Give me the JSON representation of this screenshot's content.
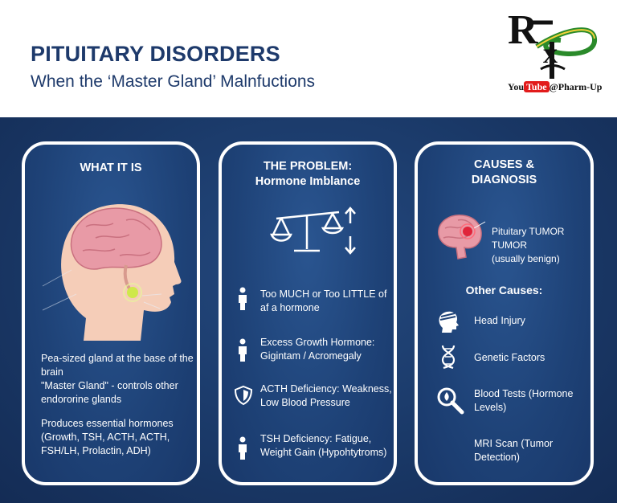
{
  "header": {
    "title": "PITUITARY DISORDERS",
    "subtitle": "When the ‘Master Gland’ Malnfuctions"
  },
  "logo": {
    "youtube_word": "You",
    "youtube_tube": "Tube",
    "channel": "@Pharm-Up"
  },
  "what_it_is": {
    "title": "WHAT IT IS",
    "line1": "Pea-sized gland at the base of the brain",
    "line2": "\"Master Gland\" - controls other endororine glands",
    "line3": "Produces essential hormones (Growth, TSH, ACTH, ACTH, FSH/LH, Prolactin, ADH)"
  },
  "problem": {
    "title_line1": "THE PROBLEM:",
    "title_line2": "Hormone Imblance",
    "items": [
      {
        "icon": "person-icon",
        "text": "Too MUCH or Too LITTLE of af a hormone"
      },
      {
        "icon": "person-icon",
        "text": "Excess Growth Hormone: Gigintam / Acromegaly"
      },
      {
        "icon": "shield-icon",
        "text": "ACTH Deficiency: Weakness, Low Blood Pressure"
      },
      {
        "icon": "person-icon",
        "text": "TSH Deficiency: Fatigue, Weight Gain (Hypohtytroms)"
      }
    ]
  },
  "causes": {
    "title_line1": "CAUSES &",
    "title_line2": "DIAGNOSIS",
    "tumor_line1": "Pituitary TUMOR",
    "tumor_line2": "TUMOR",
    "tumor_line3": "(usually benign)",
    "other_title": "Other Causes:",
    "items": [
      {
        "icon": "head-icon",
        "text": "Head Injury"
      },
      {
        "icon": "dna-icon",
        "text": "Genetic Factors"
      },
      {
        "icon": "magnifier-icon",
        "text": "Blood Tests (Hormone Levels)"
      },
      {
        "icon": "",
        "text": "MRI Scan (Tumor Detection)"
      }
    ]
  },
  "colors": {
    "title": "#1e3a6b",
    "panel": "#1a3968",
    "card": "#1e4277",
    "skin": "#f5cdb8",
    "brain": "#e89aa6",
    "gland": "#cfe84a"
  }
}
